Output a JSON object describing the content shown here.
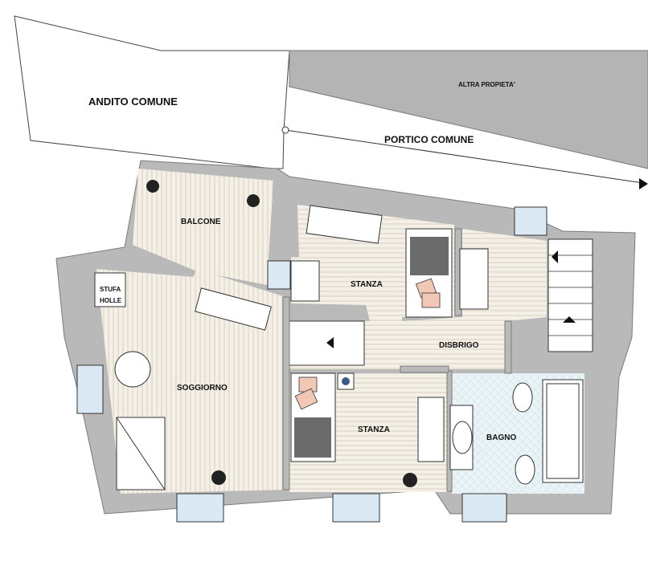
{
  "rooms": {
    "andito": "ANDITO COMUNE",
    "altra": "ALTRA PROPIETA'",
    "portico": "PORTICO COMUNE",
    "balcone": "BALCONE",
    "stufa_line1": "STUFA",
    "stufa_line2": "HOLLE",
    "stanza_top": "STANZA",
    "disbrigo": "DISBRIGO",
    "soggiorno": "SOGGIORNO",
    "stanza_bottom": "STANZA",
    "bagno": "BAGNO"
  },
  "colors": {
    "wall": "#b9b9b9",
    "floor_wood": "#f3efe6",
    "floor_stripe": "#d9d2c2",
    "window": "#dbe9f5",
    "bath_floor": "#e9f3f7",
    "bed": "#6b6b6b",
    "pillow": "#f2c7b5"
  }
}
